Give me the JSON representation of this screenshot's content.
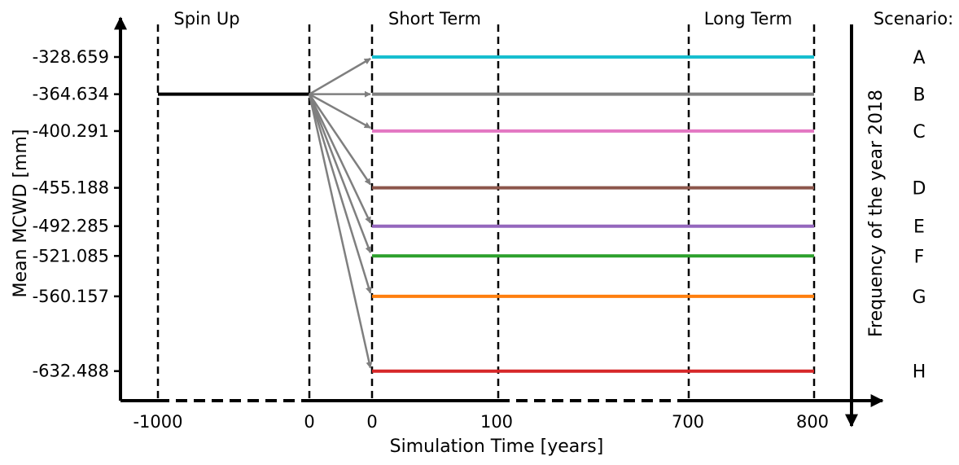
{
  "diagram": {
    "phase_labels": {
      "spin_up": "Spin Up",
      "short_term": "Short Term",
      "long_term": "Long Term"
    },
    "y_axis_title": "Mean MCWD [mm]",
    "x_axis_title": "Simulation Time [years]",
    "right_axis_title": "Frequency of the year 2018",
    "scenario_header": "Scenario:",
    "spin_up_value": -364.634,
    "spin_up_x_ticks": [
      "-1000",
      "0"
    ],
    "main_x_ticks": [
      "0",
      "100",
      "700",
      "800"
    ],
    "scenarios": [
      {
        "letter": "A",
        "value": -328.659,
        "label": "-328.659",
        "color": "#17becf"
      },
      {
        "letter": "B",
        "value": -364.634,
        "label": "-364.634",
        "color": "#7f7f7f"
      },
      {
        "letter": "C",
        "value": -400.291,
        "label": "-400.291",
        "color": "#e377c2"
      },
      {
        "letter": "D",
        "value": -455.188,
        "label": "-455.188",
        "color": "#8c564b"
      },
      {
        "letter": "E",
        "value": -492.285,
        "label": "-492.285",
        "color": "#9467bd"
      },
      {
        "letter": "F",
        "value": -521.085,
        "label": "-521.085",
        "color": "#2ca02c"
      },
      {
        "letter": "G",
        "value": -560.157,
        "label": "-560.157",
        "color": "#ff7f0e"
      },
      {
        "letter": "H",
        "value": -632.488,
        "label": "-632.488",
        "color": "#d62728"
      }
    ],
    "colors": {
      "axis": "#000000",
      "arrow": "#7f7f7f",
      "spin_up_line": "#000000"
    }
  }
}
